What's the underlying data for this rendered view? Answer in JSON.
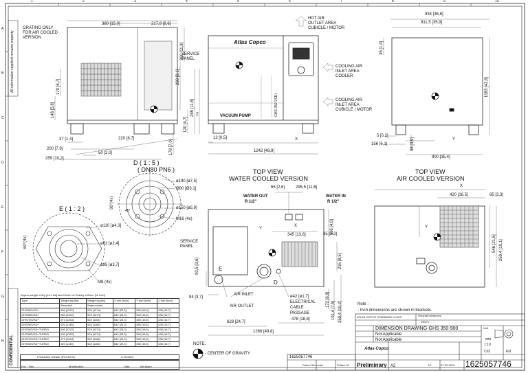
{
  "frame": {
    "col_numbers": [
      "1",
      "2",
      "3",
      "4",
      "5",
      "6",
      "7",
      "8",
      "9",
      "10"
    ],
    "row_letters": [
      "A",
      "B",
      "C",
      "D",
      "E",
      "F",
      "G",
      "H"
    ]
  },
  "side_view": {
    "grating_note": [
      "GRATING ONLY",
      "FOR AIR COOLED",
      "VERSION"
    ],
    "dims": {
      "w380": "380 [15,0]",
      "w217": "217,8 [8,6]",
      "h300": "300 [11,8]",
      "h230": "230 [9,1]",
      "h170": "170 [6,7]",
      "h148": "148 [5,8]",
      "h295": "295 [11,6]",
      "h120": "120 [4,7]",
      "h178": "178 [7,0]",
      "w37": "37 [1,4]",
      "w220": "220 [8,7]",
      "w200": "200 [7,9]",
      "w50": "50 [2,0]",
      "w259": "259 [10,2]"
    }
  },
  "front_view": {
    "hot_air": [
      "HOT AIR",
      "OUTLET AREA",
      "CUBICLE / MOTOR"
    ],
    "service_panel": [
      "SERVICE",
      "PANEL"
    ],
    "cooling1": [
      "COOLING AIR",
      "INLET AREA",
      "COOLER"
    ],
    "cooling2": [
      "COOLING AIR",
      "INLET AREA",
      "CUBICLE / MOTOR"
    ],
    "brand": "Atlas Copco",
    "panel_text": "VACUUM PUMP",
    "model_text": "GHS 350 VSD+",
    "z": "Z",
    "x": "X",
    "dim_12": "12 [0,5]",
    "dim_1242": "1242 [48,9]"
  },
  "right_view": {
    "dim_934": "934 [36,8]",
    "dim_911": "911,5 [35,9]",
    "dim_35": "35 [1,4]",
    "dim_1083": "1083 [42,6]",
    "dim_5": "5 [0,2]",
    "dim_156": "156 [6,1]",
    "dim_98": "98 [3,9]",
    "dim_900": "900 [35,4]",
    "y": "Y"
  },
  "detail_d": {
    "title": "D ( 1 : 5 )",
    "sub": "( DN80 PN6 )",
    "d190": "ø190 [ø7,5]",
    "d80": "Ø80 [Ø3,1]",
    "a90": "90°(4x)",
    "a45": "45°",
    "d150": "ø150 [ø5,9]",
    "m16": "M16 (4x)"
  },
  "detail_e": {
    "title": "E ( 1 : 2 )",
    "d110": "ø110 [ø4,3]",
    "d62": "ø62 [ø2,4]",
    "d95": "ø95 [ø3,7]",
    "m8": "M8 (4x)",
    "a60": "60°(4x)"
  },
  "top_water": {
    "title": [
      "TOP VIEW",
      "WATER COOLED VERSION"
    ],
    "d65": "65 [2,6]",
    "d295": "295,5 [11,6]",
    "water_out": [
      "WATER OUT",
      "R 1/2\""
    ],
    "water_in": [
      "WATER IN",
      "R 1/2\""
    ],
    "x": "X",
    "y": "Y",
    "d345": "345 [13,6]",
    "d85": "85 [3,3]",
    "d116": "116 [4,6]",
    "service_panel": [
      "SERVICE",
      "PANEL"
    ],
    "d90": "90,5 [3,6]",
    "e": "E",
    "d_letter": "D",
    "d216": "216 [8,5]",
    "air_inlet": "AIR INLET",
    "air_outlet": "AIR OUTLET",
    "d94": "94 [3,7]",
    "d628": "628 [24,7]",
    "d1266": "1266 [49,8]",
    "d42": "ø42 [ø1,7]",
    "elec": [
      "ELECTRICAL",
      "CABLE",
      "PASSAGE"
    ],
    "d478": "478 [18,8]",
    "d172": "172 [6,8]",
    "d191": "191,4 [7,5]",
    "d259": "259,4 [10,2]"
  },
  "top_air": {
    "title": [
      "TOP VIEW",
      "AIR COOLED VERSION"
    ],
    "x": "X",
    "d420": "420 [16,5]",
    "d85": "85 [3,3]",
    "y": "Y",
    "d546": "546 [21,5]",
    "d259": "259,4 [10,1]"
  },
  "note": {
    "title": "Note :",
    "line": "- Inch dimensions are shown in brackets."
  },
  "cog_note": {
    "title": "NOTE:",
    "legend": "- CENTER OF GRAVITY"
  },
  "weight_table": {
    "caption": "Approx weight ±2Kg [±4.4 lbs] and Center of Gravity ±40mm [±2 inch]",
    "headers": [
      "Type",
      "Weight kg [lbs]",
      "Weight kg [lbs]",
      "X mm [inch]",
      "Y mm [inch]",
      "Z mm [inch]"
    ],
    "subheaders": [
      "",
      "Aircooled",
      "Watercooled",
      "",
      "",
      ""
    ],
    "rows": [
      [
        "GHS350VSD+",
        "600 [1322]",
        "578 [1274]",
        "642 [25,3]",
        "398 [15,6]",
        "438 [15,7]"
      ],
      [
        "GHS585VSD+",
        "600 [1322]",
        "578 [1274]",
        "642 [25,3]",
        "398 [15,6]",
        "438 [15,7]"
      ],
      [
        "GHS730VSD+",
        "573 [1263]",
        "528 [1164]",
        "642 [25,3]",
        "398 [15,6]",
        "438 [15,7]"
      ],
      [
        "GHS900VSD+",
        "520 [1146]",
        "528 [1164]",
        "642 [25,3]",
        "398 [15,6]",
        "438 [15,7]"
      ],
      [
        "GHS350VSD+TURBO",
        "600 [1322]",
        "578 [1274]",
        "642 [25,3]",
        "398 [15,6]",
        "438 [15,7]"
      ],
      [
        "GHS585VSD+TURBO",
        "600 [1322]",
        "578 [1274]",
        "642 [25,3]",
        "398 [15,6]",
        "438 [15,7]"
      ],
      [
        "GHS730VSD+TURBO",
        "573 [1263]",
        "528 [1164]",
        "642 [25,3]",
        "398 [15,6]",
        "438 [15,7]"
      ],
      [
        "GHS900VSD+TURBO",
        "520 [1146]",
        "528 [1164]",
        "642 [25,3]",
        "398 [15,6]",
        "438 [15,7]"
      ]
    ],
    "rev_label": "Production release (ECO1070)",
    "rev_date": "2-15-2019",
    "rev_headers": [
      "Ent",
      "Rev",
      "Modification",
      "Date",
      "Init Apprv"
    ]
  },
  "left_margin": {
    "confidential": "CONFIDENTIAL",
    "left_small": "All information supplied remains property"
  },
  "title_block": {
    "doc_no_small": "1625057746",
    "patent": "Patent 3D model",
    "edition": "Edition 00",
    "preliminary": "Preliminary",
    "standard": "ATLAS COPCO STANDARD CLASS",
    "general_tol": "General tolerances",
    "tol_value": "1500 K",
    "title_line": "DIMENSION DRAWING-GHS 350-900",
    "na1": "Not Applicable",
    "na2": "Not Applicable",
    "brand": "Atlas Copco",
    "size": "A2",
    "sheet": "1/1",
    "date": "27-02-2019",
    "doc_no_big": "1625057746",
    "unit_label": "Unit",
    "unit_value": "mm",
    "scale": "1:10",
    "lang": "EN",
    "rev_code": "C02"
  }
}
